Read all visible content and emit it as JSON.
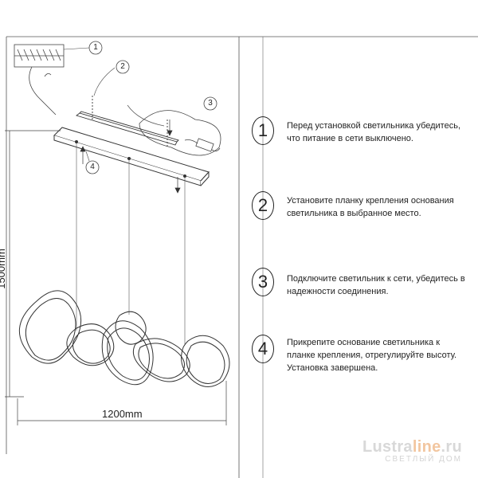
{
  "dimensions": {
    "height": "1500mm",
    "width": "1200mm"
  },
  "callouts": [
    "1",
    "2",
    "3",
    "4"
  ],
  "steps": [
    {
      "num": "1",
      "text": "Перед установкой светильника убедитесь, что питание в сети выключено."
    },
    {
      "num": "2",
      "text": "Установите планку крепления основания светильника в выбранное место."
    },
    {
      "num": "3",
      "text": "Подключите светильник к сети, убедитесь в надежности соединения."
    },
    {
      "num": "4",
      "text": "Прикрепите основание светильника к планке крепления, отрегулируйте высоту. Установка завершена."
    }
  ],
  "brand": {
    "name_part1": "Lustra",
    "name_part2": "line",
    "name_part3": ".ru",
    "tagline": "СВЕТЛЫЙ ДОМ"
  }
}
